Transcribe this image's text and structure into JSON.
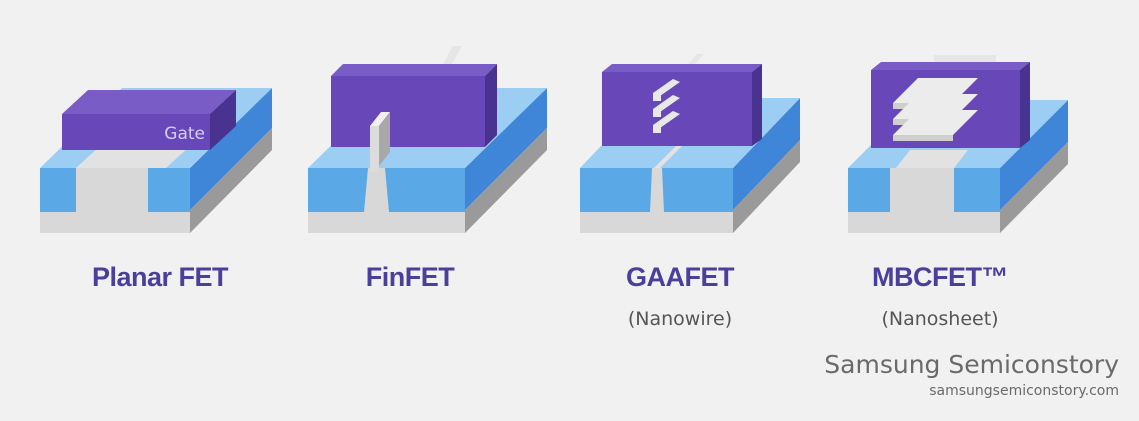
{
  "diagram": {
    "devices": [
      {
        "name": "Planar FET",
        "subtitle": "",
        "gate_label": "Gate"
      },
      {
        "name": "FinFET",
        "subtitle": ""
      },
      {
        "name": "GAAFET",
        "subtitle": "(Nanowire)"
      },
      {
        "name": "MBCFET™",
        "subtitle": "(Nanosheet)"
      }
    ],
    "colors": {
      "gate_front": "#6848b8",
      "gate_top": "#7a5cc6",
      "gate_side": "#4a3290",
      "blue_front": "#5aa8e6",
      "blue_top": "#9ccdf2",
      "blue_side": "#3f86d8",
      "gray_front": "#d8d8d8",
      "gray_side": "#9a9a9a",
      "label": "#4a3f9a",
      "background": "#f1f1f1"
    }
  },
  "branding": {
    "title": "Samsung Semiconstory",
    "url": "samsungsemiconstory.com"
  }
}
